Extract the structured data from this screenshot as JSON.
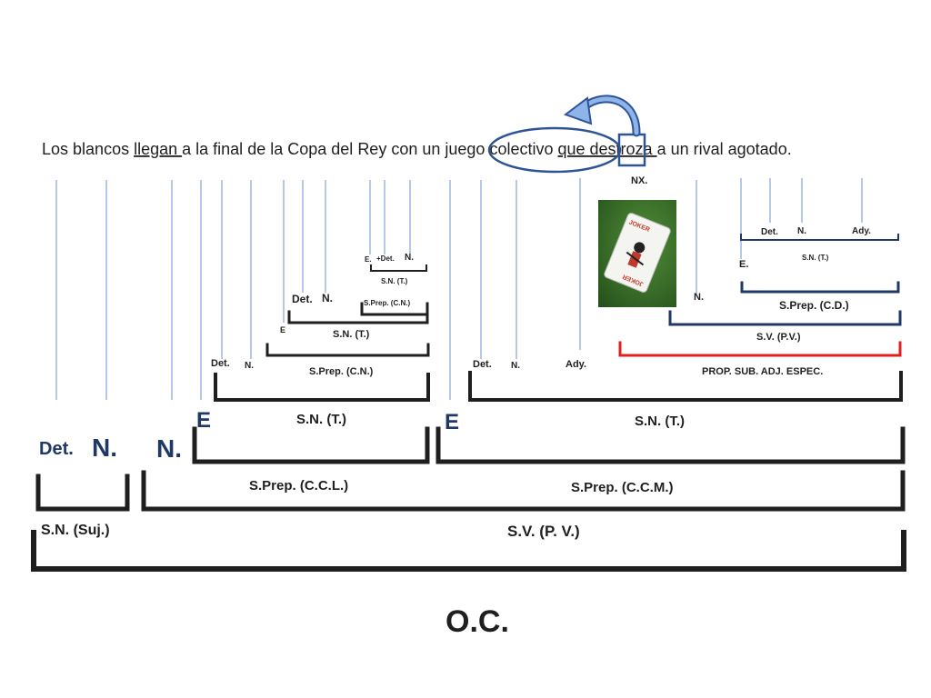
{
  "sentence": {
    "words": [
      "Los",
      "blancos",
      "llegan",
      "a",
      "la",
      "final",
      "de",
      "la",
      "Copa",
      "del",
      "Rey",
      "con",
      "un",
      "juego",
      "colectivo",
      "que",
      "destroza",
      "a",
      "un",
      "rival",
      "agotado."
    ],
    "underlined": [
      "llegan",
      "que",
      "destroza"
    ]
  },
  "labels": {
    "nexus": "NX.",
    "sn_small_1": "S.N. (T.)",
    "e_small_1": "E.",
    "det_small_1": "+Det.",
    "n_small_1": "N.",
    "sprep_cn_small": "S.Prep. (C.N.)",
    "det_2": "Det.",
    "n_2": "N.",
    "e_2": "E",
    "sn_t_2": "S.N. (T.)",
    "det_3": "Det.",
    "n_3": "N.",
    "sprep_cn_3": "S.Prep. (C.N.)",
    "det_right_top": "Det.",
    "n_right_top": "N.",
    "ady_right_top": "Ady.",
    "sn_t_right_top": "S.N. (T.)",
    "e_right": "E.",
    "sprep_cd": "S.Prep. (C.D.)",
    "n_verb": "N.",
    "sv_pv_small": "S.V. (P.V.)",
    "det_right_mid": "Det.",
    "n_right_mid": "N.",
    "ady_right_mid": "Ady.",
    "prop_sub": "PROP. SUB. ADJ. ESPEC.",
    "e_big_1": "E",
    "sn_t_big_1": "S.N. (T.)",
    "e_big_2": "E",
    "sn_t_big_2": "S.N. (T.)",
    "det_big": "Det.",
    "n_big_1": "N.",
    "n_big_2": "N.",
    "sprep_ccl": "S.Prep. (C.C.L.)",
    "sprep_ccm": "S.Prep. (C.C.M.)",
    "sn_suj": "S.N. (Suj.)",
    "sv_pv_big": "S.V. (P. V.)",
    "oc": "O.C."
  },
  "colors": {
    "text": "#1f1f1f",
    "bracket": "#1f1f1f",
    "blueBracket": "#1f3864",
    "guide": "#8eaadb",
    "ellipse": "#2f5496",
    "arrow": "#5b8fd6",
    "red": "#e02020",
    "bigLabel": "#1f3864"
  },
  "image": {
    "subject": "playing-card-joker"
  }
}
